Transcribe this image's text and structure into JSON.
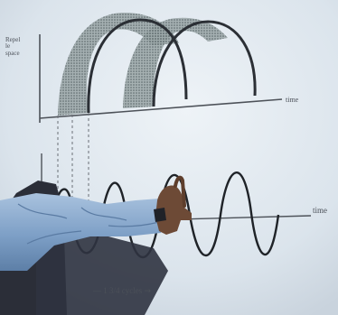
{
  "labels": {
    "repel_space": "Repel\nle\nspace",
    "time_top": "time",
    "time_bottom": "time",
    "cycles_prefix": "— 1 3/4 cycles",
    "cycles_arrow": "→"
  }
}
